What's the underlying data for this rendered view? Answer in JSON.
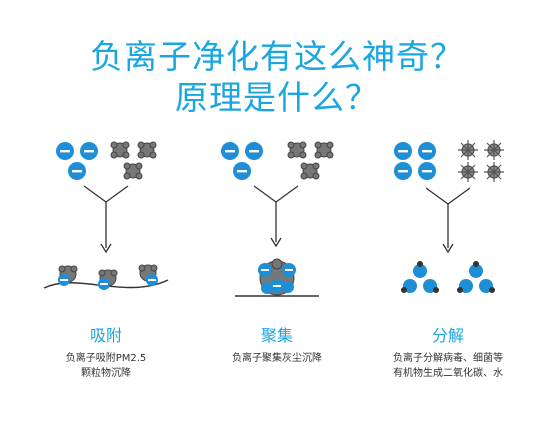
{
  "title": {
    "line1": "负离子净化有这么神奇？",
    "line2": "原理是什么？"
  },
  "panels": [
    {
      "title": "吸附",
      "desc": [
        "负离子吸附PM2.5",
        "颗粒物沉降"
      ]
    },
    {
      "title": "聚集",
      "desc": [
        "负离子聚集灰尘沉降"
      ]
    },
    {
      "title": "分解",
      "desc": [
        "负离子分解病毒、细菌等",
        "有机物生成二氧化碳、水"
      ]
    }
  ],
  "colors": {
    "accent": "#1aa6e0",
    "ion": "#1e8fd6",
    "particle": "#8a8a8a",
    "line": "#333333"
  }
}
